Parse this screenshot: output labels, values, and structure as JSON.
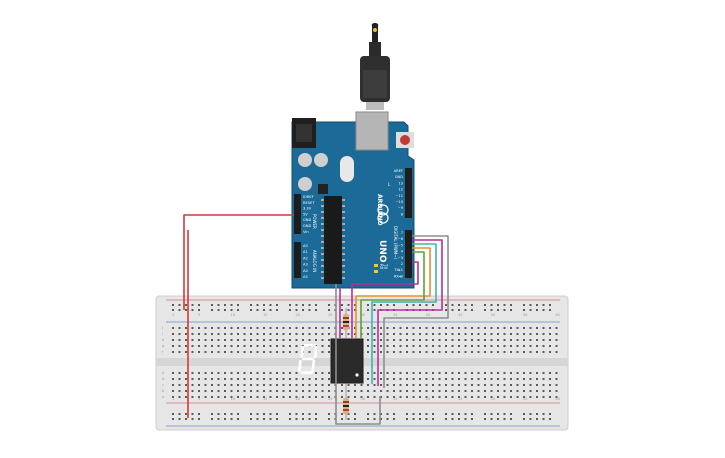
{
  "colors": {
    "board": "#1b6a97",
    "board_dark": "#144f72",
    "breadboard": "#e6e6e6",
    "wire_red": "#d23a3a",
    "wire_orange": "#e5922c",
    "wire_green": "#5aa33a",
    "wire_magenta": "#b52f9a",
    "wire_gray": "#8d8d8d",
    "wire_teal": "#3fb5a8",
    "segment_on": "#ffffff",
    "display_body": "#2a2a2a"
  },
  "arduino": {
    "brand": "ARDUINO",
    "model": "UNO",
    "label_power": "POWER",
    "label_analog": "ANALOG IN",
    "label_digital": "DIGITAL (PWM~)",
    "power_pins": [
      "IOREF",
      "RESET",
      "3.3V",
      "5V",
      "GND",
      "GND",
      "Vin"
    ],
    "analog_pins": [
      "A0",
      "A1",
      "A2",
      "A3",
      "A4",
      "A5"
    ],
    "digital_top": [
      "AREF",
      "GND",
      "13",
      "12",
      "~11",
      "~10",
      "~9",
      "8"
    ],
    "digital_bottom": [
      "7",
      "~6",
      "~5",
      "4",
      "~3",
      "2",
      "TX▸1",
      "RX◂0"
    ],
    "tx_label": "TX",
    "rx_label": "RX",
    "led_l": "L"
  },
  "display": {
    "digit": "8"
  },
  "breadboard": {
    "column_numbers": [
      "1",
      "5",
      "10",
      "15",
      "20",
      "25",
      "30",
      "35",
      "40",
      "45",
      "50",
      "55",
      "60"
    ],
    "row_letters_top": [
      "j",
      "i",
      "h",
      "g",
      "f"
    ],
    "row_letters_bottom": [
      "e",
      "d",
      "c",
      "b",
      "a"
    ]
  },
  "icons": {
    "usb": "usb-cable-icon",
    "reset": "reset-button-icon",
    "power_jack": "dc-power-jack-icon"
  }
}
